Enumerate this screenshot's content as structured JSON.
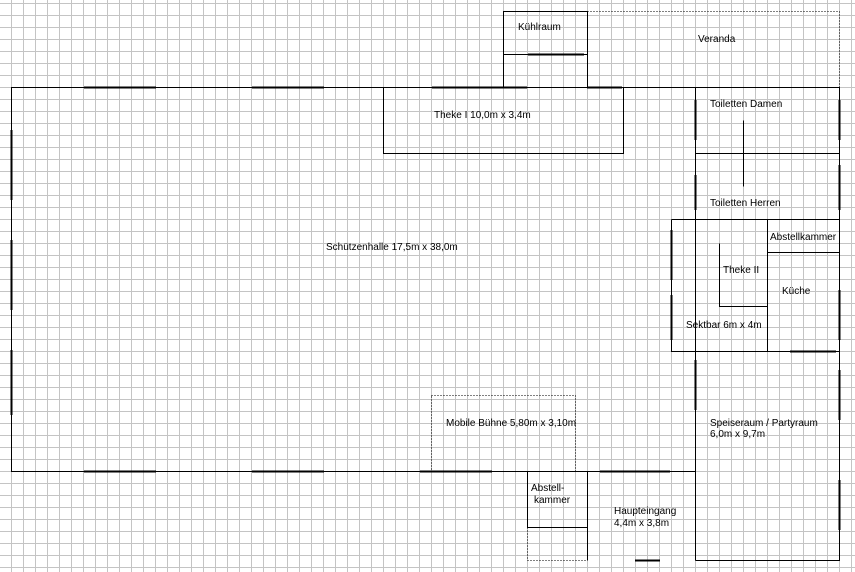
{
  "rooms": {
    "kuehlraum": "Kühlraum",
    "veranda": "Veranda",
    "theke1": "Theke I 10,0m x 3,4m",
    "toiletten_damen": "Toiletten Damen",
    "toiletten_herren": "Toiletten Herren",
    "abstellkammer": "Abstellkammer",
    "theke2": "Theke II",
    "kueche": "Küche",
    "sektbar": "Sektbar 6m x 4m",
    "schuetzenhalle": "Schützenhalle 17,5m x 38,0m",
    "buehne": "Mobile Bühne 5,80m x 3,10m",
    "speiseraum_1": "Speiseraum / Partyraum",
    "speiseraum_2": "6,0m x 9,7m",
    "abstell_1": "Abstell-",
    "abstell_2": "kammer",
    "haupteingang_1": "Haupteingang",
    "haupteingang_2": "4,4m x 3,8m"
  },
  "colors": {
    "grid": "#c4c4c4",
    "wall": "#000000",
    "background": "#ffffff"
  }
}
